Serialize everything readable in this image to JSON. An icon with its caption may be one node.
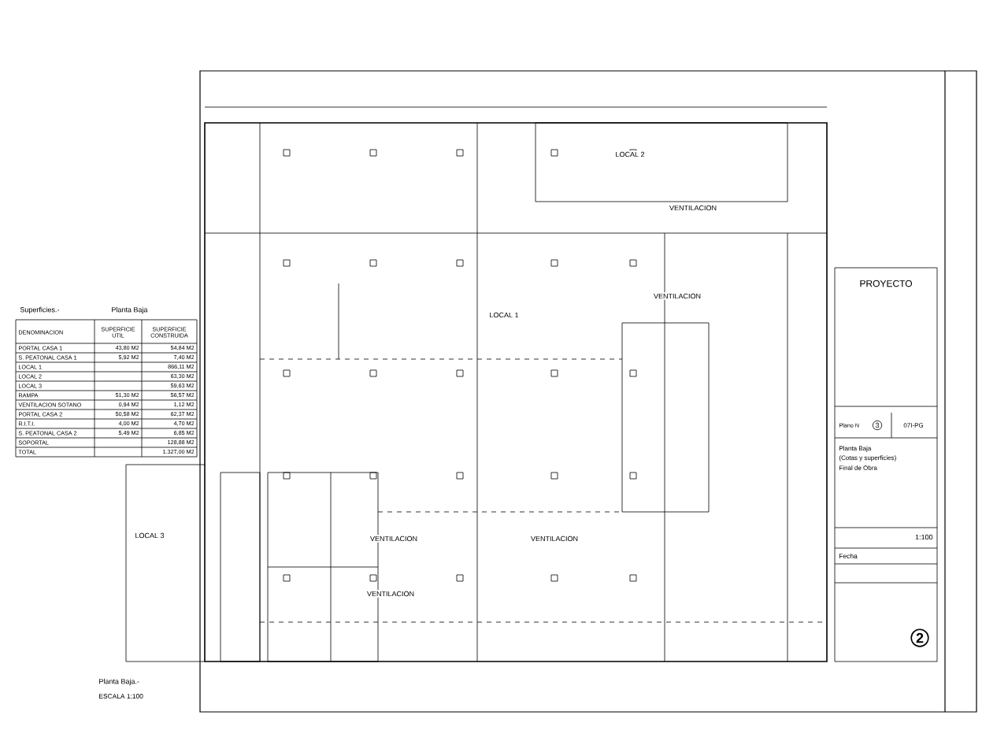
{
  "diagram": {
    "title": "Superficies.-",
    "labels": [
      "Planta Baja",
      "DENOMINACION",
      "SUPERFICIE UTIL",
      "SUPERFICIE CONSTRUIDA",
      "PORTAL CASA 1",
      "43,80 M2",
      "54,84 M2",
      "S. PEATONAL CASA 1",
      "5,92 M2",
      "7,40 M2",
      "LOCAL 1",
      "866,11 M2",
      "LOCAL 2",
      "63,30 M2",
      "LOCAL 3",
      "59,63 M2",
      "RAMPA",
      "51,30 M2",
      "56,57 M2",
      "VENTILACION SOTANO",
      "0,94 M2",
      "1,12 M2",
      "PORTAL CASA 2",
      "50,58 M2",
      "62,37 M2",
      "R.I.T.I.",
      "4,00 M2",
      "4,70 M2",
      "S. PEATONAL CASA 2",
      "5,49 M2",
      "6,85 M2",
      "SOPORTAL",
      "128,88 M2",
      "TOTAL",
      "1.327,00 M2",
      "PROYECTO",
      "Plano N",
      "3",
      "07I-PG",
      "Planta Baja",
      "(Cotas y superficies)",
      "Final de Obra",
      "1:100",
      "Fecha",
      "2",
      "Planta Baja.-",
      "ESCALA 1:100",
      "LOCAL 1",
      "LOCAL 2",
      "LOCAL 3",
      "VENTILACION",
      "VENTILACION",
      "VENTILACION",
      "VENTILACION",
      "VENTILACION"
    ]
  }
}
